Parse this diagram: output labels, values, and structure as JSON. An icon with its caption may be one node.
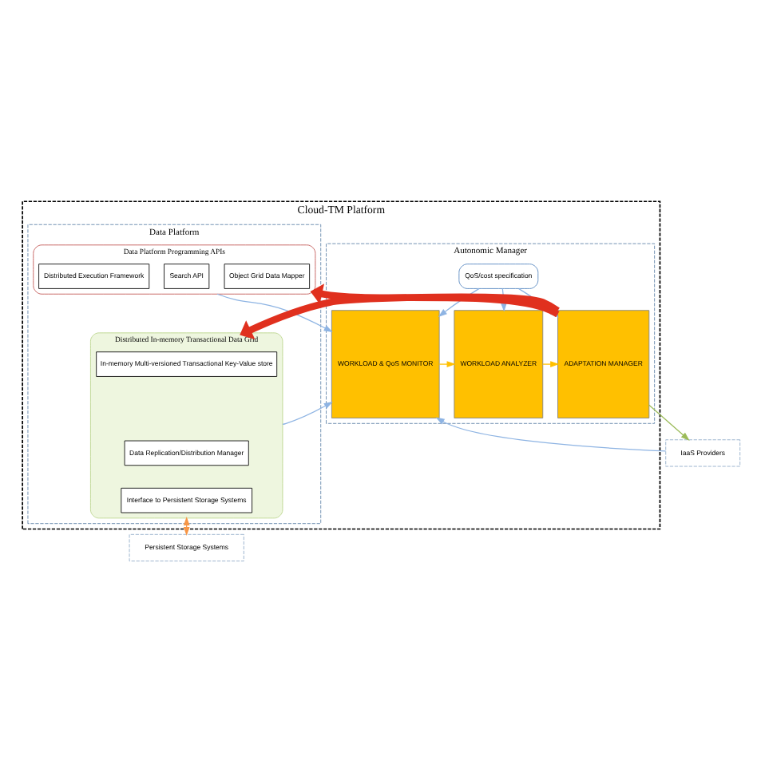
{
  "diagram": {
    "nodes": [
      {
        "text": [
          "Cloud-TM Platform"
        ]
      },
      {
        "text": [
          "Data Platform"
        ],
        "in": 0
      },
      {
        "text": [
          "Data Platform Programming APIs"
        ],
        "in": 1
      },
      {
        "text": [
          "Object Grid Data Mapper"
        ],
        "in": 2
      },
      {
        "text": [
          "Search API"
        ],
        "in": 2
      },
      {
        "text": [
          "Distributed Execution Framework"
        ],
        "in": 2
      },
      {
        "text": [
          "Distributed In-memory Transactional Data Grid"
        ],
        "in": 1
      },
      {
        "text": [
          "In-memory Multi-versioned Transactional Key-Value store"
        ],
        "in": 6
      },
      {
        "text": [
          "Data Replication/Distribution Manager"
        ],
        "in": 6
      },
      {
        "text": [
          "Interface to Persistent Storage Systems"
        ],
        "in": 6
      },
      {
        "text": [
          "Autonomic Manager"
        ],
        "in": 0
      },
      {
        "text": [
          "QoS/cost specification"
        ],
        "in": 10
      },
      {
        "text": [
          "WORKLOAD & QoS MONITOR"
        ],
        "in": 10
      },
      {
        "text": [
          "WORKLOAD ANALYZER"
        ],
        "in": 10
      },
      {
        "text": [
          "ADAPTATION MANAGER"
        ],
        "in": 10
      },
      {
        "text": [
          "Persistent Storage Systems"
        ]
      },
      {
        "text": [
          "IaaS Providers"
        ]
      }
    ],
    "edges": [
      {
        "from": 11,
        "to": 12,
        "arrow": "to"
      },
      {
        "from": 11,
        "to": 13,
        "arrow": "to"
      },
      {
        "from": 11,
        "to": 14,
        "arrow": "to"
      },
      {
        "from": 2,
        "to": 12,
        "arrow": "to"
      },
      {
        "from": 6,
        "to": 12,
        "arrow": "to"
      },
      {
        "from": 12,
        "to": 13,
        "arrow": "to",
        "color": "#ffc000"
      },
      {
        "from": 13,
        "to": 14,
        "arrow": "to",
        "color": "#ffc000"
      },
      {
        "from": 14,
        "to": 2,
        "arrow": "to",
        "style": "thick",
        "color": "#e0301e"
      },
      {
        "from": 14,
        "to": 6,
        "arrow": "to",
        "style": "thick",
        "color": "#e0301e"
      },
      {
        "from": 6,
        "to": 15,
        "arrow": "both",
        "color": "#f79646"
      },
      {
        "from": 16,
        "to": 12,
        "arrow": "to"
      },
      {
        "from": 14,
        "to": 16,
        "arrow": "to",
        "color": "#9bbb59"
      }
    ]
  }
}
